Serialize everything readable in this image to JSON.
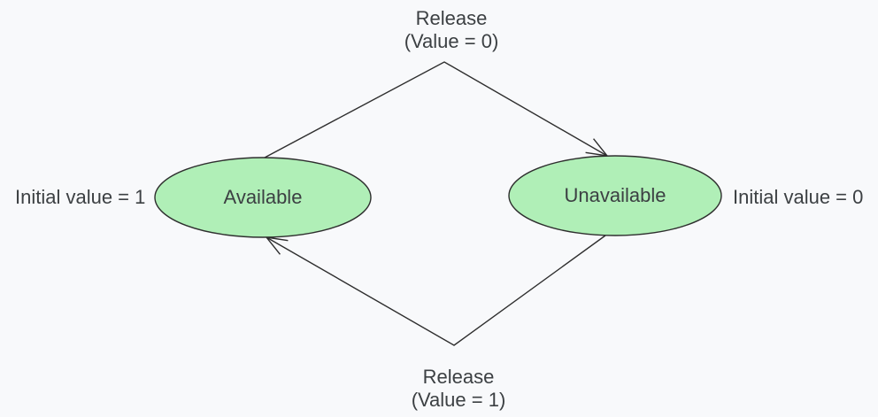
{
  "diagram": {
    "type": "state-transition-diagram",
    "colors": {
      "background": "#f8f9fb",
      "state_fill": "#b0efb7",
      "state_stroke": "#2e2e2e",
      "line": "#2e2e2e",
      "text": "#3c4043"
    },
    "states": [
      {
        "label": "Available",
        "annotation": "Initial value = 1"
      },
      {
        "label": "Unavailable",
        "annotation": "Initial value = 0"
      }
    ],
    "transitions": [
      {
        "from": "Available",
        "to": "Unavailable",
        "label": "Release",
        "condition": "(Value = 0)"
      },
      {
        "from": "Unavailable",
        "to": "Available",
        "label": "Release",
        "condition": "(Value = 1)"
      }
    ]
  }
}
